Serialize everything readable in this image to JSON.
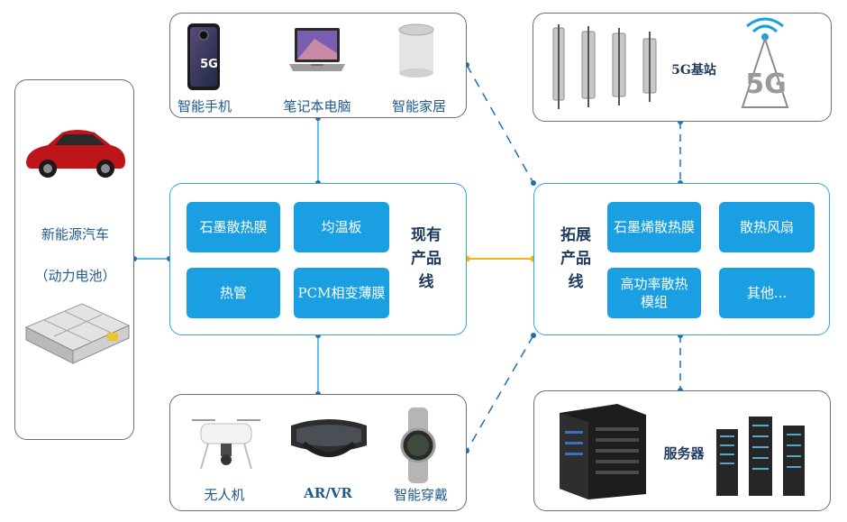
{
  "top_devices": {
    "phone": "智能手机",
    "laptop": "笔记本电脑",
    "smart_home": "智能家居",
    "phone_badge": "5G"
  },
  "base_station": {
    "label": "5G基站",
    "logo_text": "5G"
  },
  "ev": {
    "line1": "新能源汽车",
    "line2": "（动力电池）"
  },
  "existing_line": {
    "title": "现有\n产品\n线",
    "items": [
      "石墨散热膜",
      "均温板",
      "热管",
      "PCM相变薄膜"
    ]
  },
  "expanded_line": {
    "title": "拓展\n产品\n线",
    "items": [
      "石墨烯散热膜",
      "散热风扇",
      "高功率散热\n模组",
      "其他..."
    ]
  },
  "bottom_devices": {
    "drone": "无人机",
    "arvr": "AR/VR",
    "wearable": "智能穿戴"
  },
  "server": {
    "label": "服务器"
  },
  "colors": {
    "chip": "#1aa0e2",
    "panel_border": "#2fa7e0",
    "connector": "#1f6fb2",
    "link": "#f2b417",
    "text": "#1f5a8c"
  }
}
